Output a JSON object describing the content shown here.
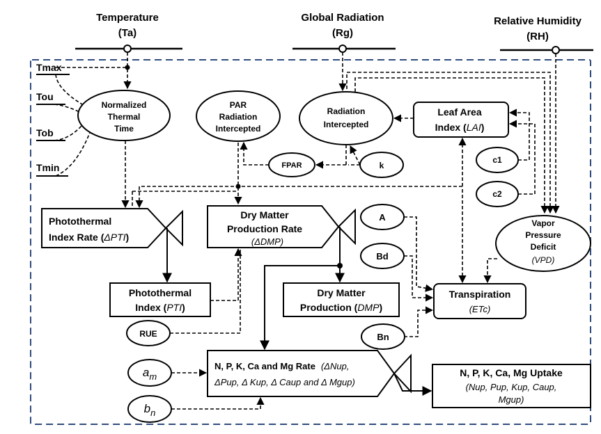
{
  "inputs": {
    "temperature": {
      "name": "Temperature",
      "symbol": "(Ta)"
    },
    "radiation": {
      "name": "Global Radiation",
      "symbol": "(Rg)"
    },
    "humidity": {
      "name": "Relative Humidity",
      "symbol": "(RH)"
    }
  },
  "temps": {
    "tmax": "Tmax",
    "tou": "Tou",
    "tob": "Tob",
    "tmin": "Tmin"
  },
  "nodes": {
    "ntt": {
      "l1": "Normalized",
      "l2": "Thermal",
      "l3": "Time"
    },
    "par": {
      "l1": "PAR",
      "l2": "Radiation",
      "l3": "Intercepted"
    },
    "radint": {
      "l1": "Radiation",
      "l2": "Intercepted"
    },
    "lai": {
      "l1": "Leaf Area",
      "l2a": "Index (",
      "l2b": "LAI",
      "l2c": ")"
    },
    "fpar": "FPAR",
    "k": "k",
    "c1": "c1",
    "c2": "c2",
    "vpd": {
      "l1": "Vapor",
      "l2": "Pressure",
      "l3": "Deficit",
      "l4": "(VPD)"
    },
    "pti_rate": {
      "l1": "Photothermal",
      "l2a": "Index Rate (",
      "l2b": "ΔPTI",
      "l2c": ")"
    },
    "dmp_rate": {
      "l1": "Dry Matter",
      "l2": "Production  Rate",
      "l3": "(ΔDMP)"
    },
    "a": "A",
    "bd": "Bd",
    "bn": "Bn",
    "pti": {
      "l1": "Photothermal",
      "l2a": "Index (",
      "l2b": "PTI",
      "l2c": ")"
    },
    "dmp": {
      "l1": "Dry Matter",
      "l2a": "Production  (",
      "l2b": "DMP",
      "l2c": ")"
    },
    "transp": {
      "l1": "Transpiration",
      "l2": "(ETc)"
    },
    "rue": "RUE",
    "am": {
      "base": "a",
      "sub": "m"
    },
    "bn_coef": {
      "base": "b",
      "sub": "n"
    },
    "nut_rate": {
      "l1a": "N, P, K, Ca and Mg Rate",
      "l1b": "(ΔNup,",
      "l2": "ΔPup,  Δ Kup, Δ Caup and  Δ Mgup)"
    },
    "uptake": {
      "l1": "N, P, K, Ca, Mg Uptake",
      "l2": "(Nup, Pup, Kup, Caup,",
      "l3": "Mgup)"
    }
  }
}
